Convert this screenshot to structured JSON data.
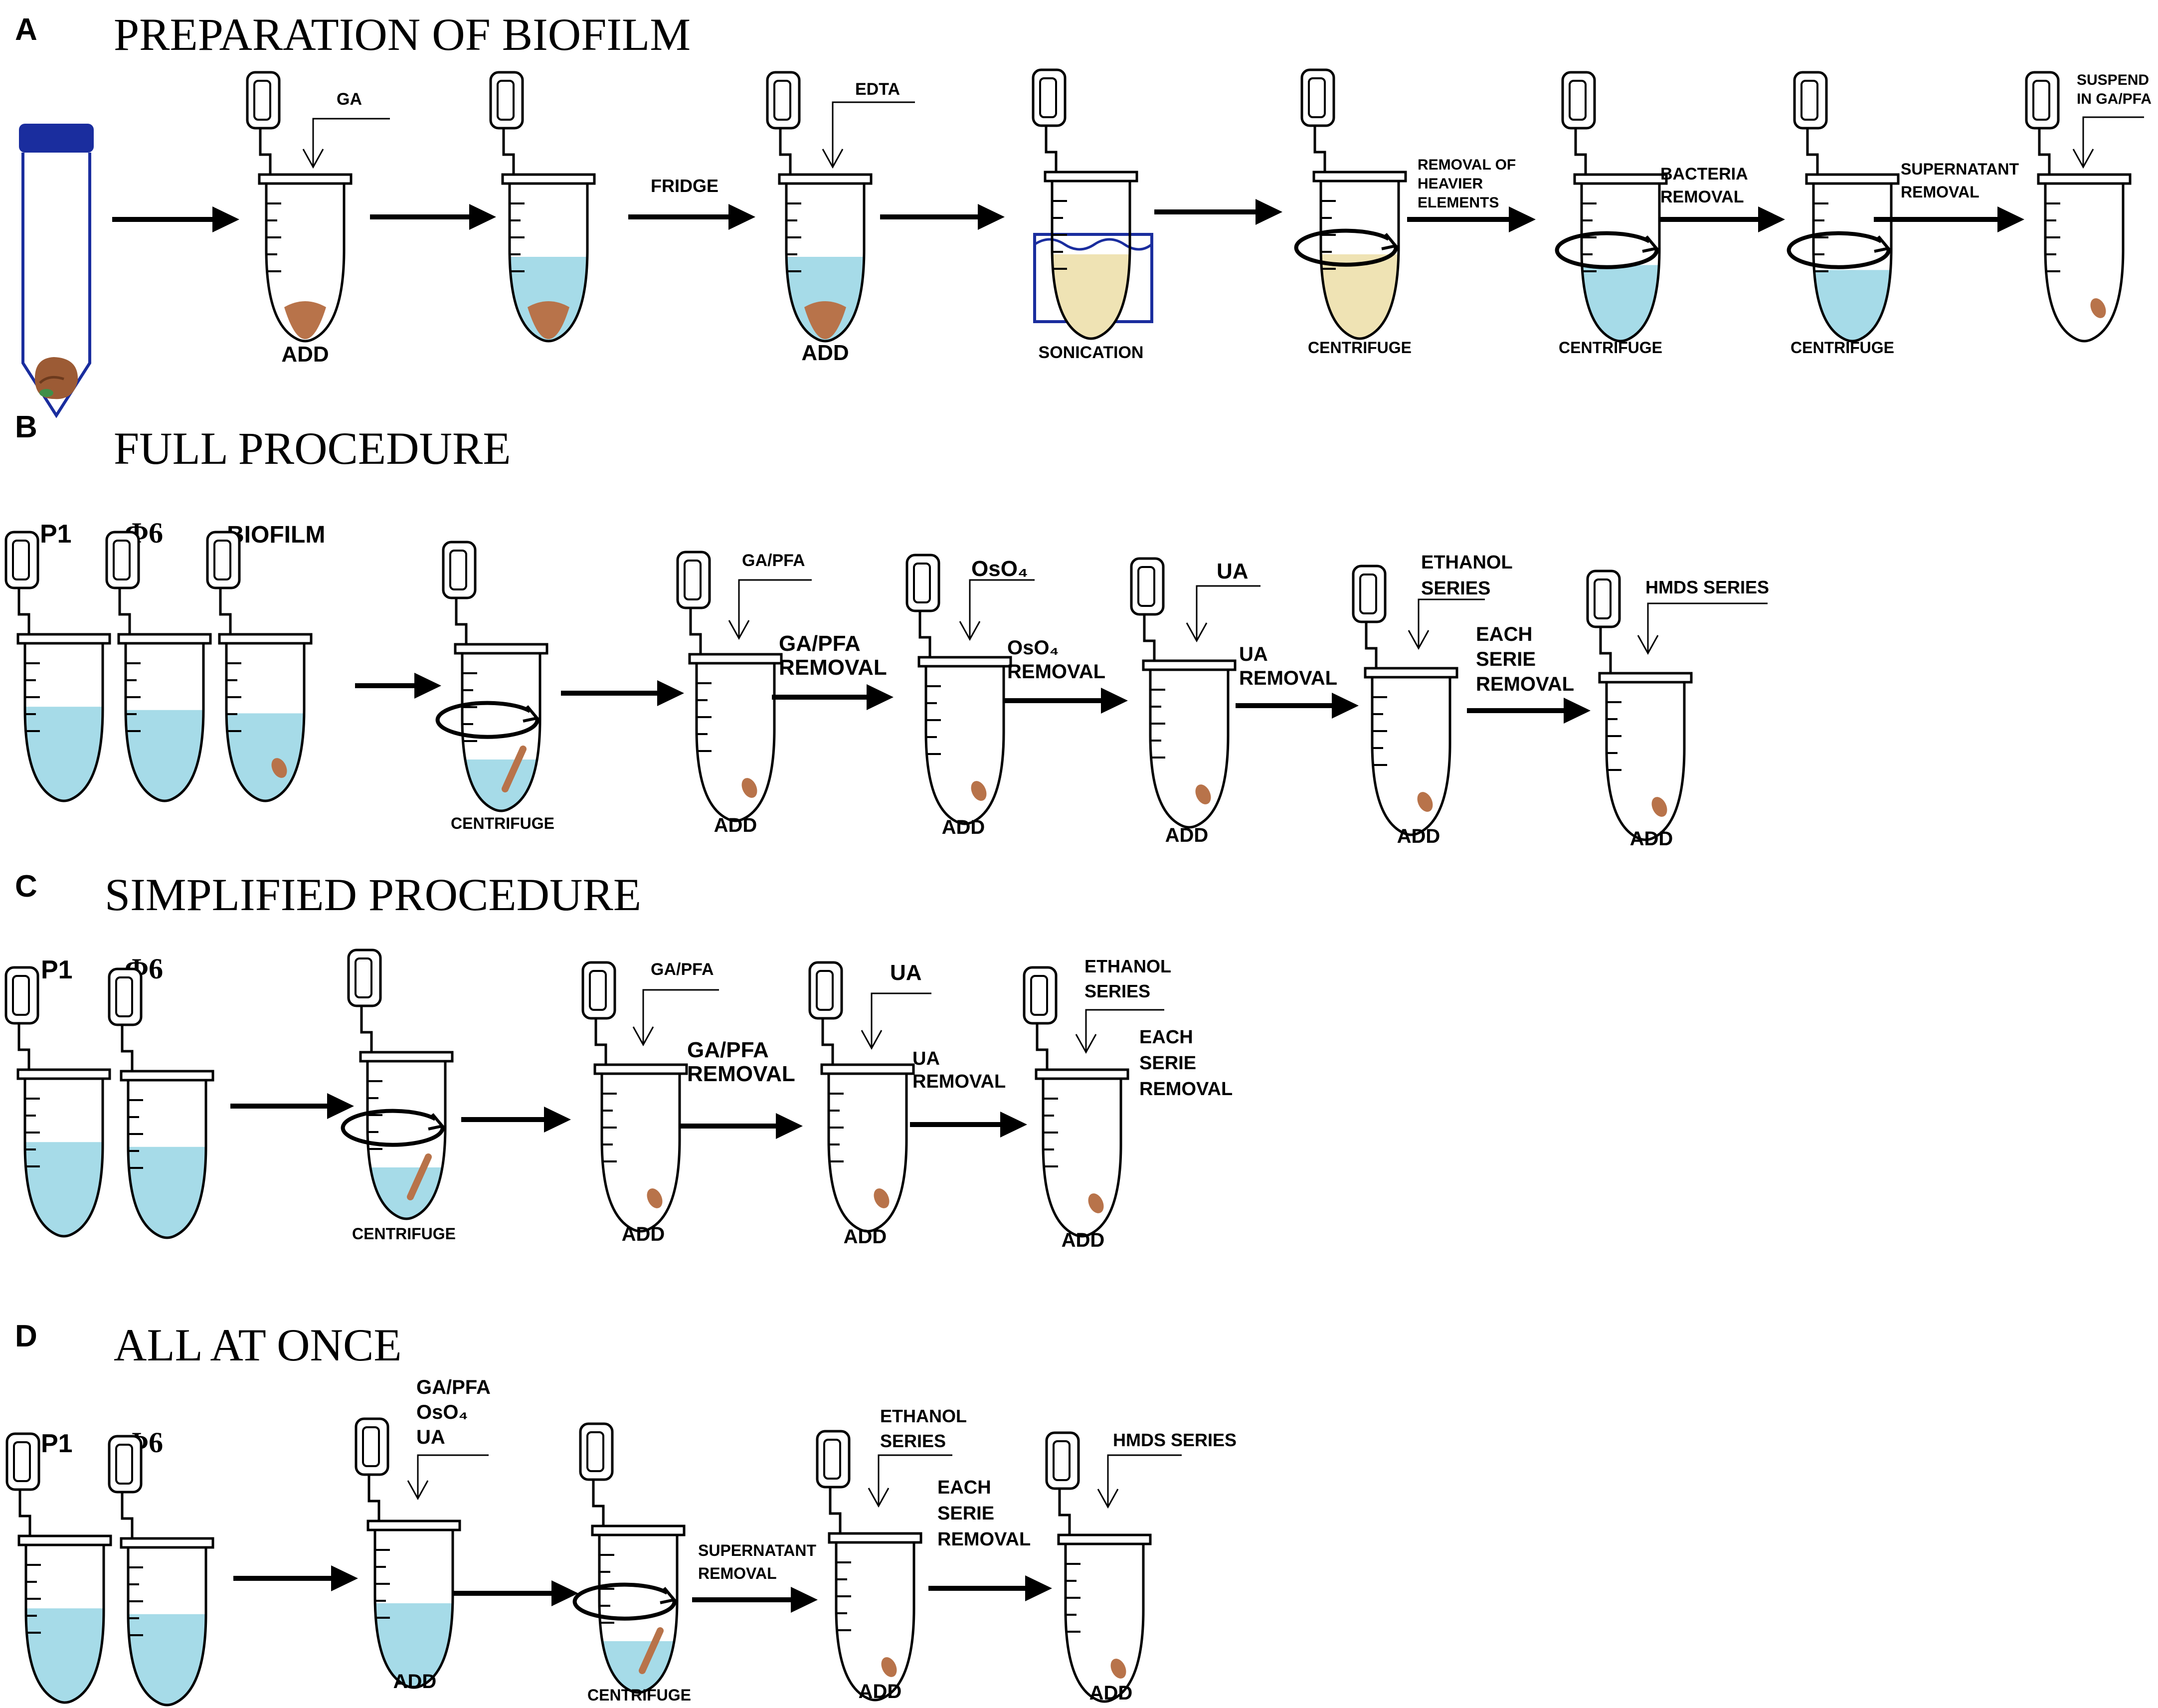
{
  "colors": {
    "liquid_blue": "#a6dbe8",
    "pellet_brown": "#b8734a",
    "sonication_yellow": "#efe3b4",
    "cap_blue": "#1a2d9e",
    "rock_brown": "#9c5b35",
    "line": "#000000"
  },
  "panels": [
    {
      "letter": "A",
      "title": "PREPARATION OF BIOFILM"
    },
    {
      "letter": "B",
      "title": "FULL PROCEDURE"
    },
    {
      "letter": "C",
      "title": "SIMPLIFIED PROCEDURE"
    },
    {
      "letter": "D",
      "title": "ALL AT ONCE"
    }
  ],
  "sample_labels": {
    "p1": "P1",
    "phi6": "Φ6",
    "biofilm": "BIOFILM"
  },
  "steps": {
    "add": "ADD",
    "fridge": "FRIDGE",
    "sonication": "SONICATION",
    "centrifuge": "CENTRIFUGE",
    "ga": "GA",
    "edta": "EDTA",
    "ga_pfa": "GA/PFA",
    "oso4": "OsO₄",
    "ua": "UA",
    "removal_heavier": [
      "REMOVAL OF",
      "HEAVIER",
      "ELEMENTS"
    ],
    "bacteria_removal": [
      "BACTERIA",
      "REMOVAL"
    ],
    "supernatant_removal": [
      "SUPERNATANT",
      "REMOVAL"
    ],
    "suspend": [
      "SUSPEND",
      "IN GA/PFA"
    ],
    "ga_pfa_removal": [
      "GA/PFA",
      "REMOVAL"
    ],
    "oso4_removal": [
      "OsO₄",
      "REMOVAL"
    ],
    "ua_removal": [
      "UA",
      "REMOVAL"
    ],
    "ethanol_series": [
      "ETHANOL",
      "SERIES"
    ],
    "each_serie_removal": [
      "EACH",
      "SERIE",
      "REMOVAL"
    ],
    "hmds_series": "HMDS SERIES",
    "all_reagents": [
      "GA/PFA",
      "OsO₄",
      "UA"
    ]
  }
}
